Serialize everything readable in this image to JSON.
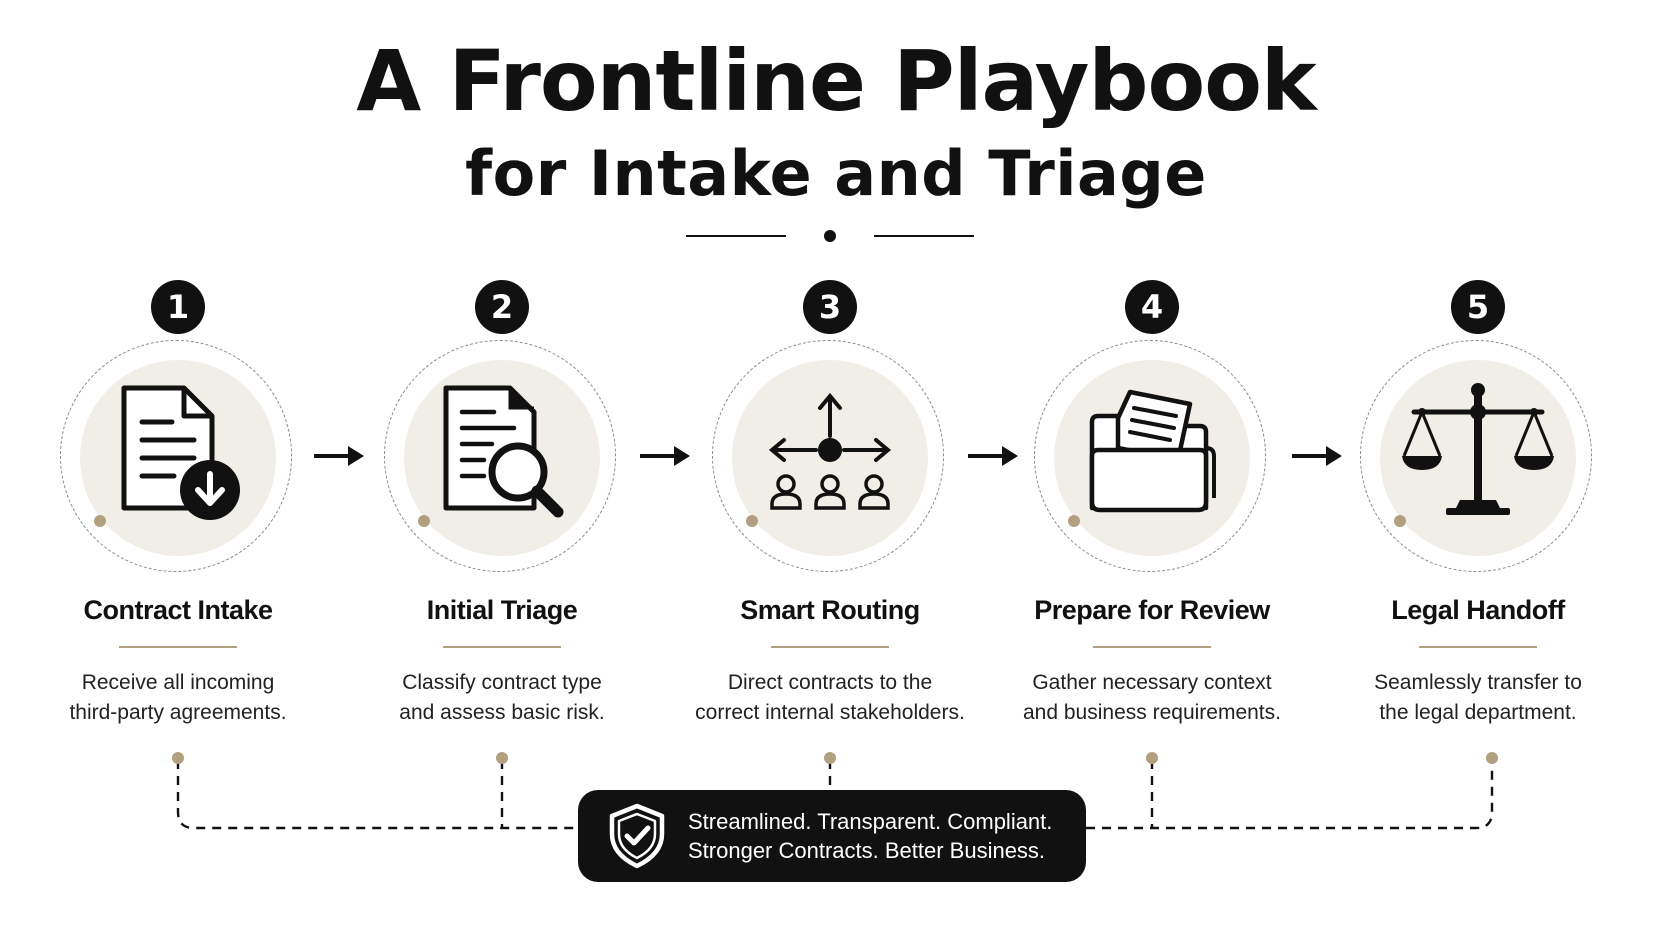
{
  "header": {
    "title": "A Frontline Playbook",
    "subtitle": "for Intake and Triage"
  },
  "steps": [
    {
      "number": "1",
      "title": "Contract Intake",
      "description_line1": "Receive all incoming",
      "description_line2": "third-party agreements.",
      "icon": "document-download-icon"
    },
    {
      "number": "2",
      "title": "Initial Triage",
      "description_line1": "Classify contract type",
      "description_line2": "and assess basic risk.",
      "icon": "document-search-icon"
    },
    {
      "number": "3",
      "title": "Smart Routing",
      "description_line1": "Direct contracts to the",
      "description_line2": "correct internal stakeholders.",
      "icon": "routing-people-icon"
    },
    {
      "number": "4",
      "title": "Prepare for Review",
      "description_line1": "Gather necessary context",
      "description_line2": "and business requirements.",
      "icon": "folder-document-icon"
    },
    {
      "number": "5",
      "title": "Legal Handoff",
      "description_line1": "Seamlessly transfer to",
      "description_line2": "the legal department.",
      "icon": "scales-of-justice-icon"
    }
  ],
  "banner": {
    "line1": "Streamlined. Transparent. Compliant.",
    "line2": "Stronger Contracts. Better Business.",
    "icon": "shield-check-icon"
  },
  "colors": {
    "ink": "#111111",
    "accent": "#b29f80",
    "disc": "#f1eee7"
  }
}
